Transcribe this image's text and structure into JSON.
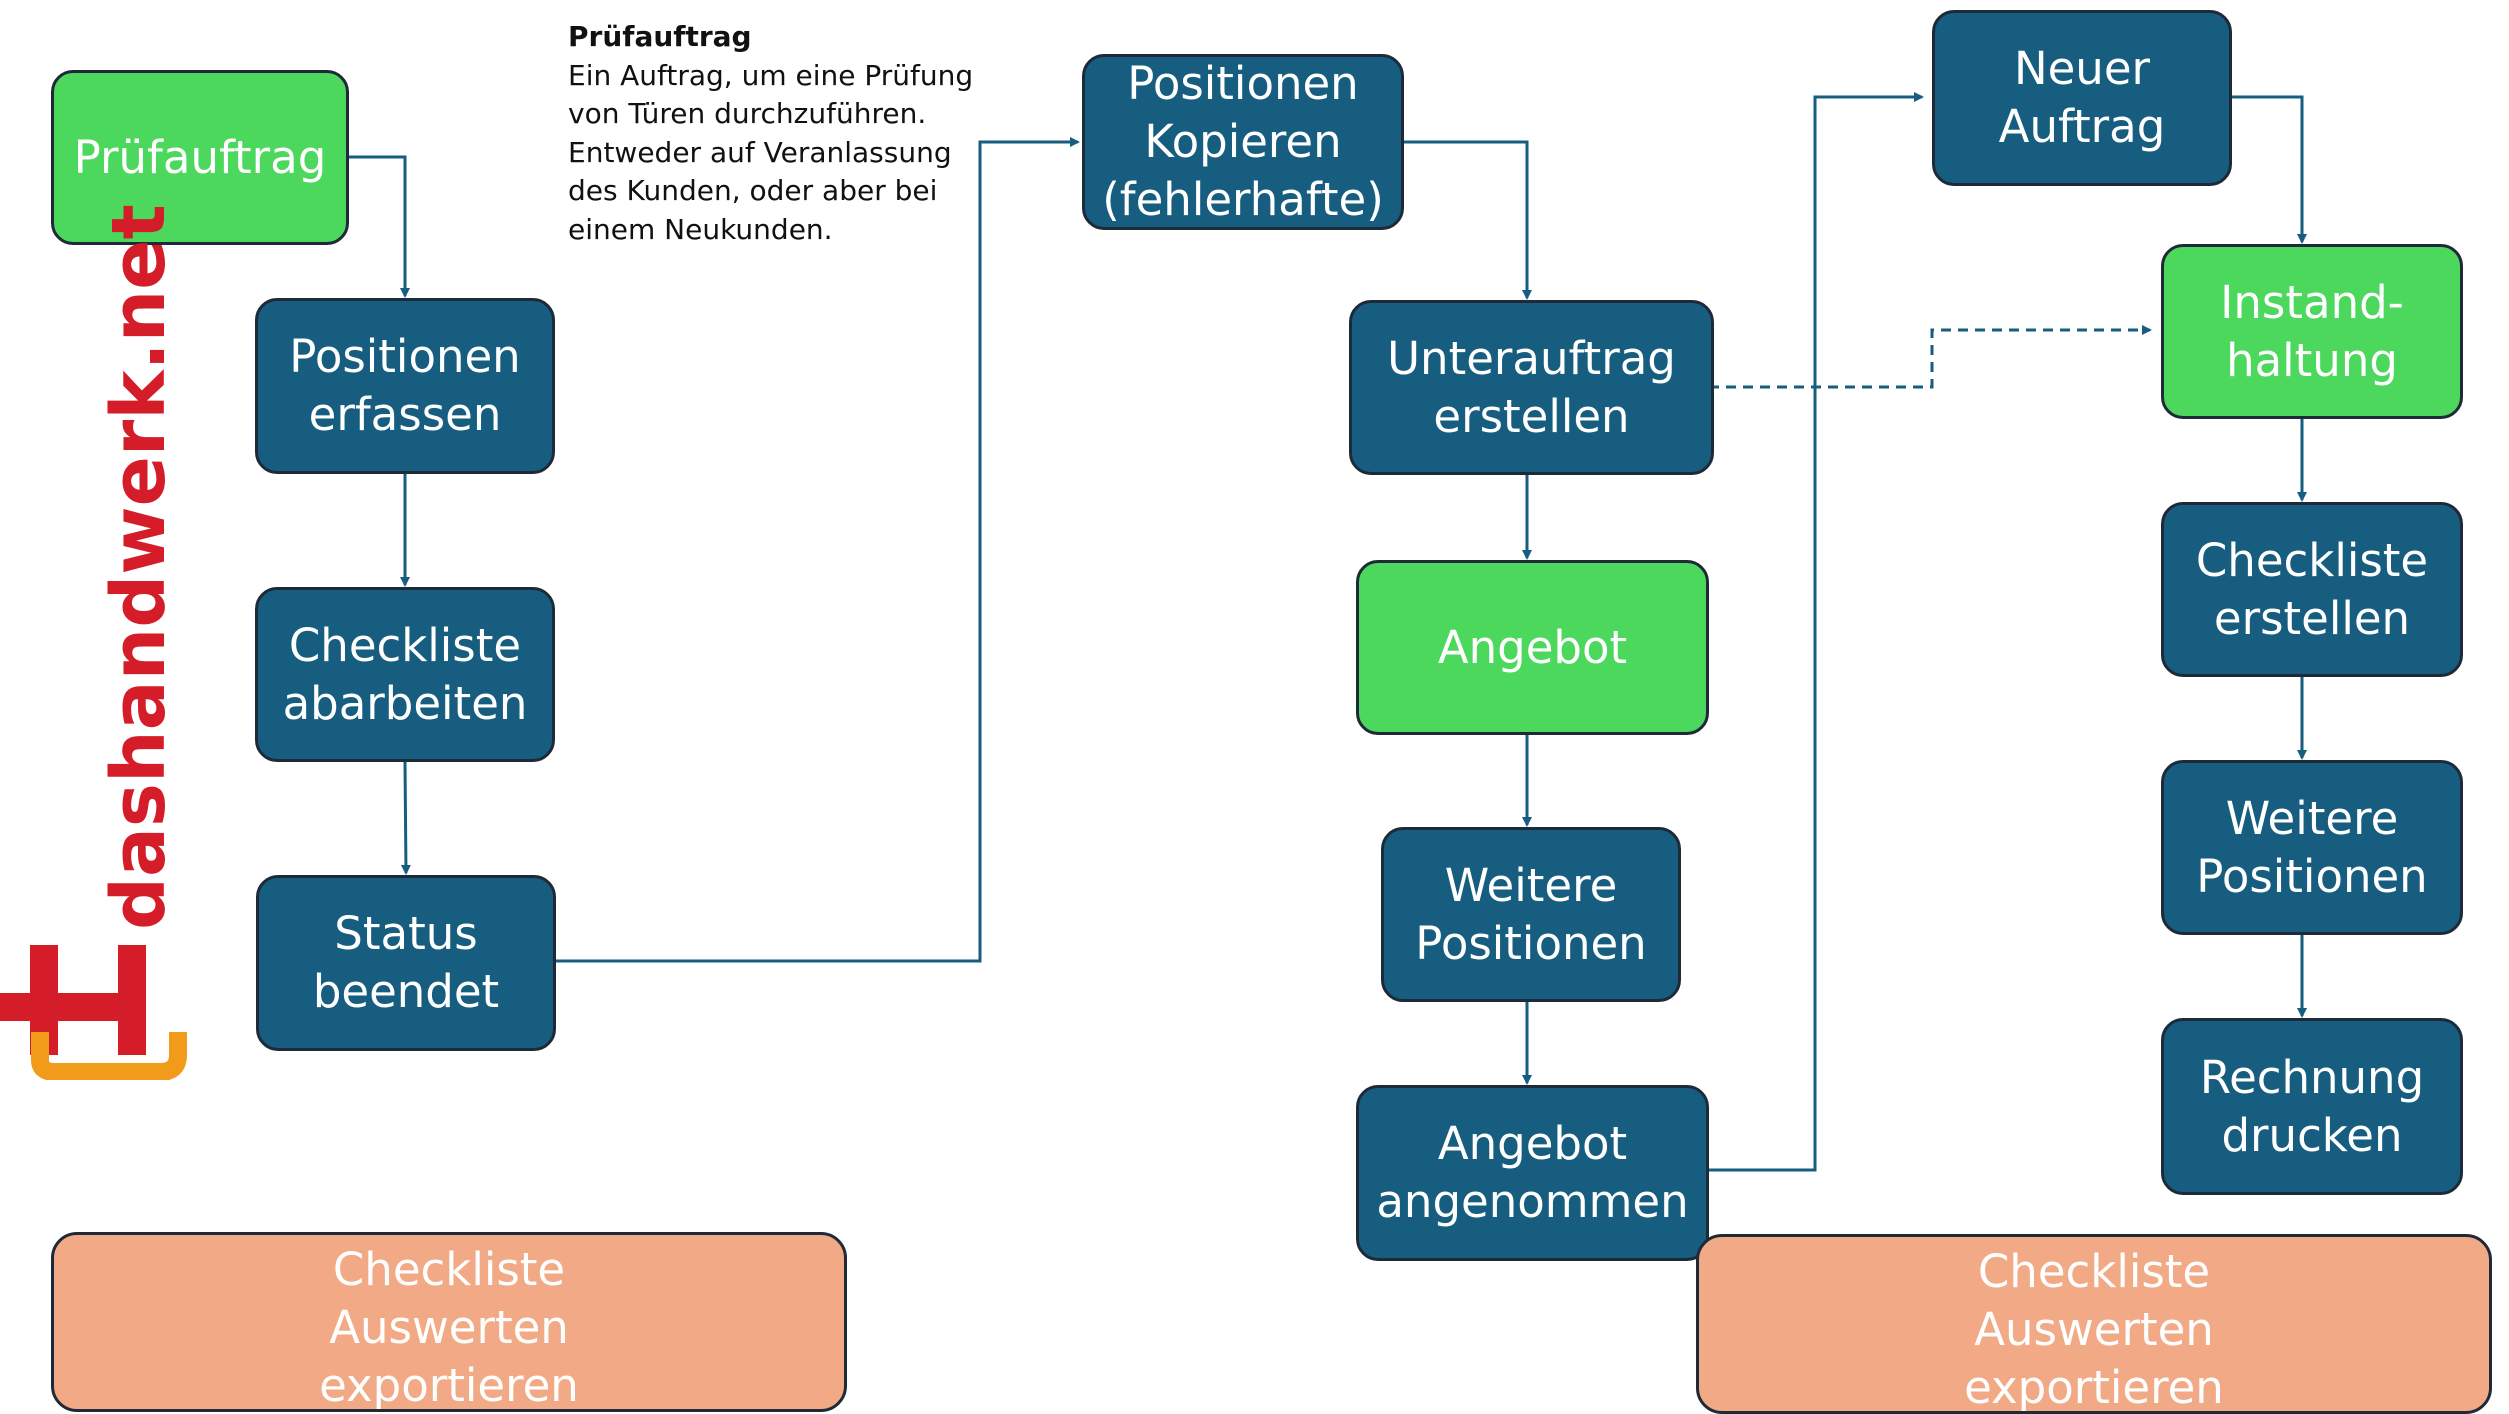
{
  "note": {
    "title": "Prüfauftrag",
    "body": "Ein Auftrag, um eine Prüfung\nvon Türen durchzuführen.\nEntweder auf Veranlassung\ndes Kunden, oder aber bei\neinem Neukunden."
  },
  "logo": {
    "text": "dashandwerk.net"
  },
  "nodes": {
    "pruefauftrag": "Prüfauftrag",
    "positionen_erfassen": "Positionen\nerfassen",
    "checkliste_abarbeiten": "Checkliste\nabarbeiten",
    "status_beendet": "Status\nbeendet",
    "checkliste_export_left": "Checkliste\nAuswerten\nexportieren",
    "positionen_kopieren": "Positionen\nKopieren\n(fehlerhafte)",
    "unterauftrag_erstellen": "Unterauftrag\nerstellen",
    "angebot": "Angebot",
    "weitere_positionen_mid": "Weitere\nPositionen",
    "angebot_angenommen": "Angebot\nangenommen",
    "neuer_auftrag": "Neuer\nAuftrag",
    "instandhaltung": "Instand-\nhaltung",
    "checkliste_erstellen": "Checkliste\nerstellen",
    "weitere_positionen_right": "Weitere\nPositionen",
    "rechnung_drucken": "Rechnung\ndrucken",
    "checkliste_export_right": "Checkliste\nAuswerten\nexportieren"
  },
  "colors": {
    "process_blue": "#165d80",
    "highlight_green": "#4cd75d",
    "export_orange": "#f2aa86",
    "connector": "#165d80",
    "logo_red": "#d51c29",
    "logo_orange": "#f29a1a"
  }
}
